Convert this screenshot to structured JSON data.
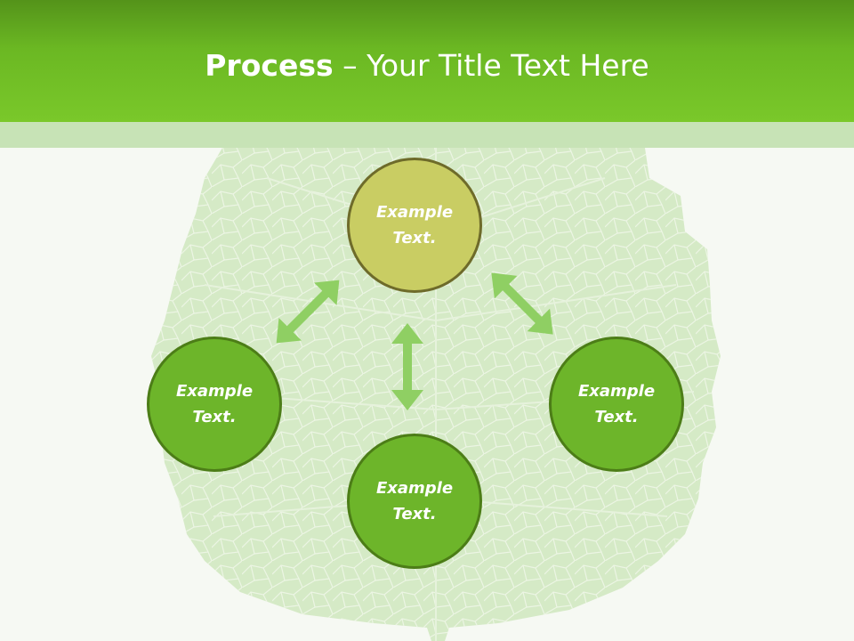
{
  "slide": {
    "title_bold": "Process",
    "title_rest": " – Your Title Text Here"
  },
  "nodes": [
    {
      "id": "top",
      "label": "Example\nText."
    },
    {
      "id": "left",
      "label": "Example\nText."
    },
    {
      "id": "right",
      "label": "Example\nText."
    },
    {
      "id": "bottom",
      "label": "Example\nText."
    }
  ],
  "colors": {
    "header": "#6bb823",
    "node_green": "#6db52a",
    "node_olive": "#c9cd63",
    "arrow": "#8fcf63",
    "leaf": "#d5eac6"
  }
}
